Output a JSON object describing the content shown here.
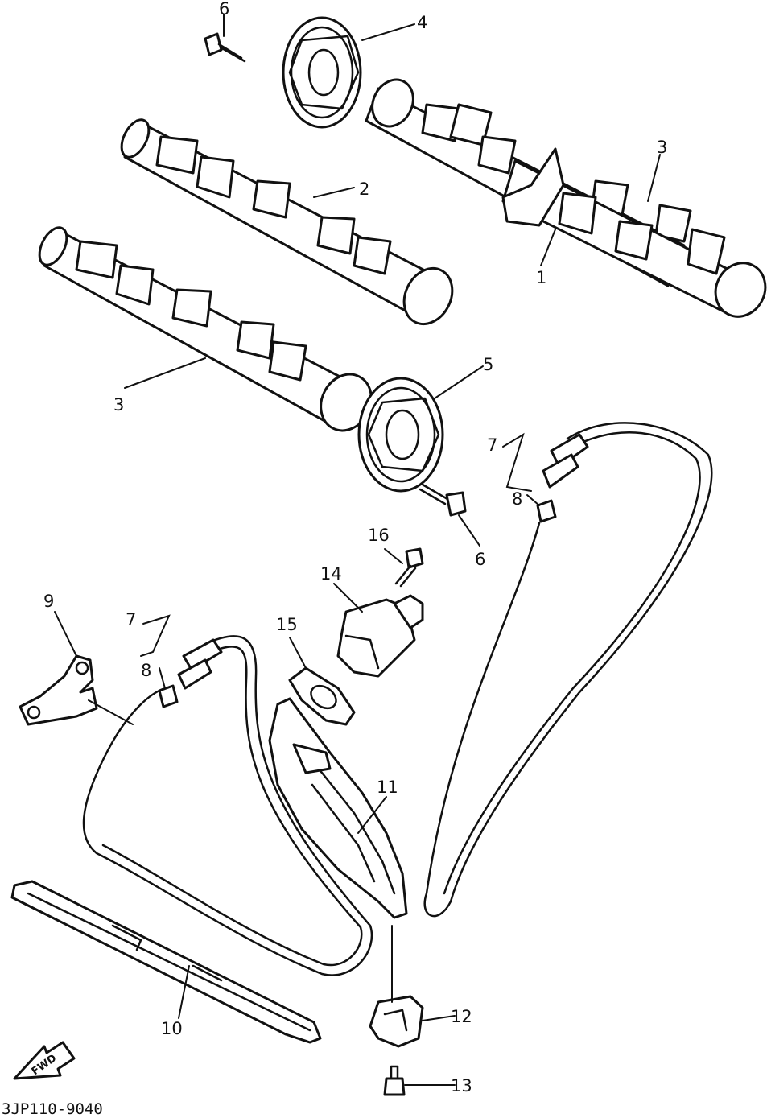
{
  "callouts": {
    "c1": "1",
    "c2": "2",
    "c3a": "3",
    "c3b": "3",
    "c4": "4",
    "c5": "5",
    "c6a": "6",
    "c6b": "6",
    "c7a": "7",
    "c7b": "7",
    "c8a": "8",
    "c8b": "8",
    "c9": "9",
    "c10": "10",
    "c11": "11",
    "c12": "12",
    "c13": "13",
    "c14": "14",
    "c15": "15",
    "c16": "16"
  },
  "fwd_label": "FWD",
  "diagram_code": "3JP110-9040",
  "colors": {
    "line": "#111111",
    "background": "#ffffff"
  }
}
